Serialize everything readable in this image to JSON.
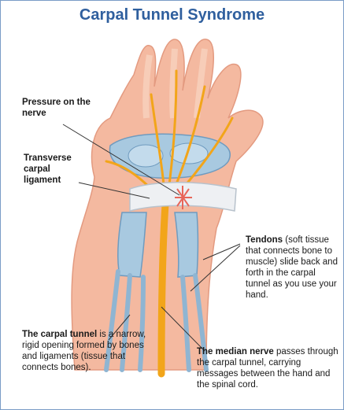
{
  "title": "Carpal Tunnel Syndrome",
  "labels": {
    "pressure": "Pressure on the nerve",
    "ligament": "Transverse carpal ligament",
    "tendons_bold": "Tendons",
    "tendons_rest": " (soft tissue that connects bone to muscle) slide back and forth in the carpal tunnel as you use your hand.",
    "tunnel_bold": "The carpal tunnel",
    "tunnel_rest": " is a narrow, rigid opening formed by bones and ligaments (tissue that connects bones).",
    "nerve_bold": "The median nerve",
    "nerve_rest": " passes through the carpal tunnel, carrying messages between the hand and the spinal cord."
  },
  "colors": {
    "frame": "#7a9cc6",
    "title": "#2f5f9e",
    "skin": "#f4b9a0",
    "bone": "#9ec3dc",
    "nerve": "#f2a51a"
  }
}
